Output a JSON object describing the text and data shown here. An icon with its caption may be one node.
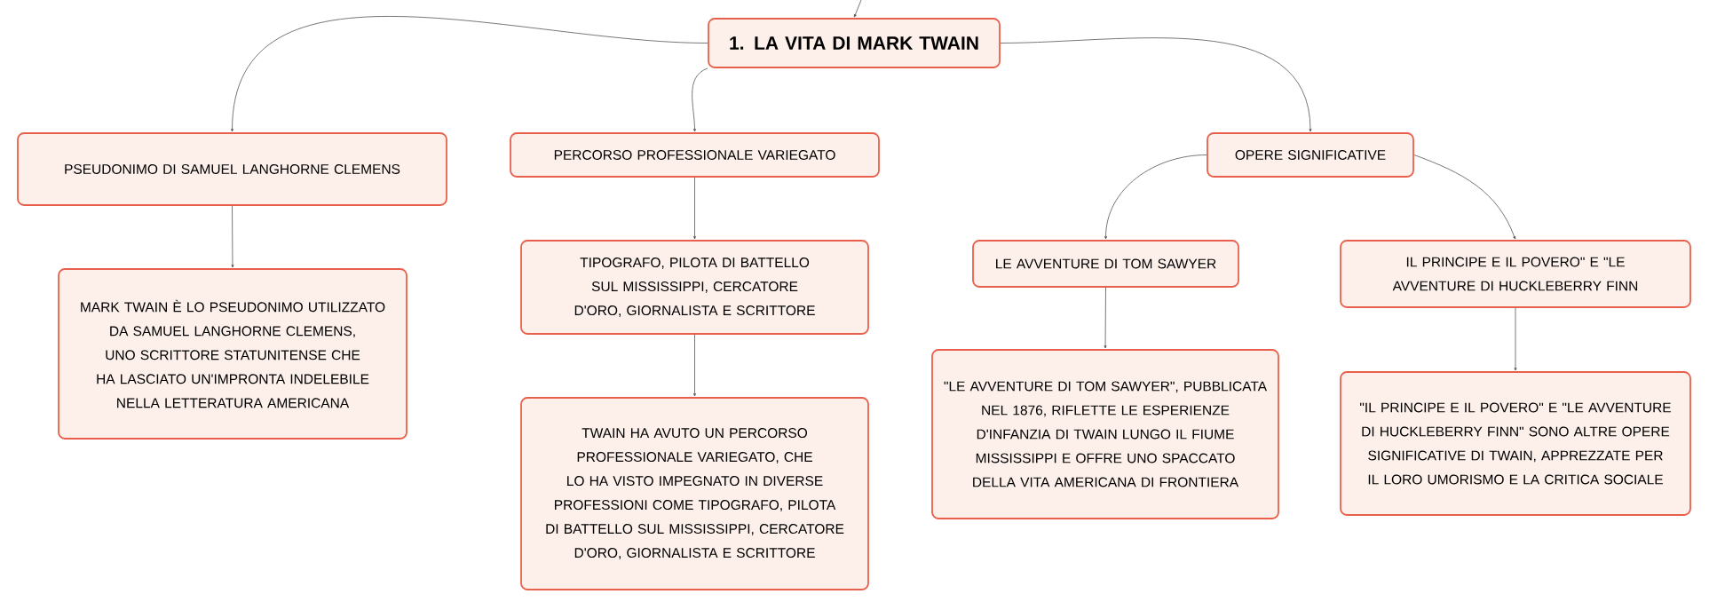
{
  "diagram": {
    "nodes": [
      {
        "text": [
          "1. LA VITA DI MARK TWAIN"
        ]
      },
      {
        "text": [
          "PSEUDONIMO DI SAMUEL LANGHORNE CLEMENS"
        ]
      },
      {
        "text": [
          "MARK TWAIN È LO PSEUDONIMO UTILIZZATO DA SAMUEL LANGHORNE CLEMENS, UNO SCRITTORE STATUNITENSE CHE HA LASCIATO UN'IMPRONTA INDELEBILE NELLA LETTERATURA AMERICANA"
        ]
      },
      {
        "text": [
          "PERCORSO PROFESSIONALE VARIEGATO"
        ]
      },
      {
        "text": [
          "TIPOGRAFO, PILOTA DI BATTELLO SUL MISSISSIPPI, CERCATORE D'ORO, GIORNALISTA E SCRITTORE"
        ]
      },
      {
        "text": [
          "TWAIN HA AVUTO UN PERCORSO PROFESSIONALE VARIEGATO, CHE LO HA VISTO IMPEGNATO IN DIVERSE PROFESSIONI COME TIPOGRAFO, PILOTA DI BATTELLO SUL MISSISSIPPI, CERCATORE D'ORO, GIORNALISTA E SCRITTORE"
        ]
      },
      {
        "text": [
          "OPERE SIGNIFICATIVE"
        ]
      },
      {
        "text": [
          "LE AVVENTURE DI TOM SAWYER"
        ]
      },
      {
        "text": [
          "\"LE AVVENTURE DI TOM SAWYER\", PUBBLICATA NEL 1876, RIFLETTE LE ESPERIENZE D'INFANZIA DI TWAIN LUNGO IL FIUME MISSISSIPPI E OFFRE UNO SPACCATO DELLA VITA AMERICANA DI FRONTIERA"
        ]
      },
      {
        "text": [
          "IL PRINCIPE E IL POVERO\" E \"LE AVVENTURE DI HUCKLEBERRY FINN"
        ]
      },
      {
        "text": [
          "\"IL PRINCIPE E IL POVERO\" E \"LE AVVENTURE DI HUCKLEBERRY FINN\" SONO ALTRE OPERE SIGNIFICATIVE DI TWAIN, APPREZZATE PER IL LORO UMORISMO E LA CRITICA SOCIALE"
        ]
      }
    ],
    "edges": [
      {
        "from": null,
        "to": 0,
        "arrow": "to"
      },
      {
        "from": 0,
        "to": 1,
        "arrow": "to"
      },
      {
        "from": 1,
        "to": 2,
        "arrow": "to"
      },
      {
        "from": 0,
        "to": 3,
        "arrow": "to"
      },
      {
        "from": 3,
        "to": 4,
        "arrow": "to"
      },
      {
        "from": 4,
        "to": 5,
        "arrow": "to"
      },
      {
        "from": 0,
        "to": 6,
        "arrow": "to"
      },
      {
        "from": 6,
        "to": 7,
        "arrow": "to"
      },
      {
        "from": 7,
        "to": 8,
        "arrow": "to"
      },
      {
        "from": 6,
        "to": 9,
        "arrow": "to"
      },
      {
        "from": 9,
        "to": 10,
        "arrow": "to"
      }
    ]
  }
}
